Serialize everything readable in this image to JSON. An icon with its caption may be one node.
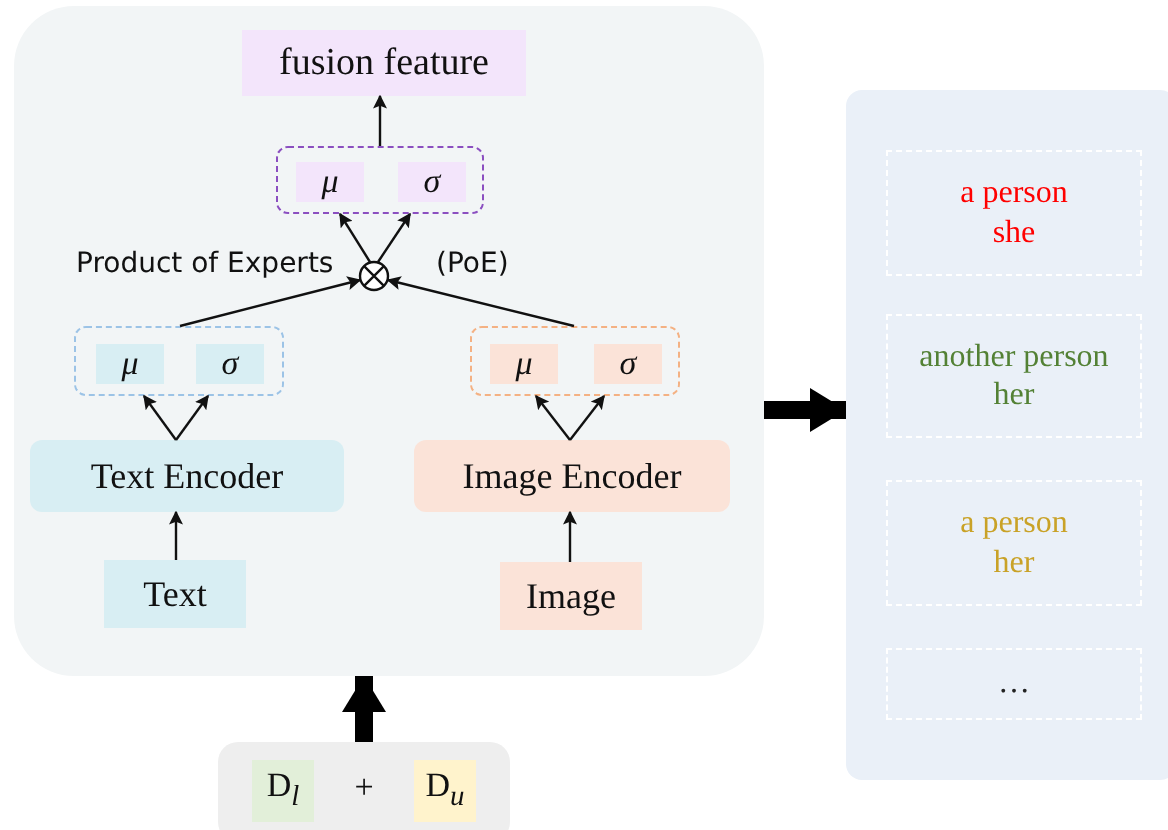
{
  "diagram": {
    "nodes": [
      {
        "text": [],
        "shape": "box"
      },
      {
        "text": [
          "fusion feature"
        ],
        "in": 0
      },
      {
        "text": [],
        "shape": "box",
        "in": 0
      },
      {
        "text": [
          "μ"
        ],
        "in": 2
      },
      {
        "text": [
          "σ"
        ],
        "in": 2
      },
      {
        "text": [],
        "shape": "circle",
        "in": 0,
        "beside": [
          "Product of Experts",
          "(PoE)"
        ]
      },
      {
        "text": [],
        "shape": "box",
        "in": 0
      },
      {
        "text": [
          "μ"
        ],
        "in": 6
      },
      {
        "text": [
          "σ"
        ],
        "in": 6
      },
      {
        "text": [],
        "shape": "box",
        "in": 0
      },
      {
        "text": [
          "μ"
        ],
        "in": 9
      },
      {
        "text": [
          "σ"
        ],
        "in": 9
      },
      {
        "text": [
          "Text Encoder"
        ],
        "in": 0
      },
      {
        "text": [
          "Image Encoder"
        ],
        "in": 0
      },
      {
        "text": [
          "Text"
        ],
        "in": 0
      },
      {
        "text": [
          "Image"
        ],
        "in": 0
      },
      {
        "text": [
          "+"
        ]
      },
      {
        "text": [
          "D$_{l}$"
        ],
        "in": 16
      },
      {
        "text": [
          "D$_{u}$"
        ],
        "in": 16
      },
      {
        "text": [],
        "shape": "box"
      },
      {
        "text": [
          "a person",
          "she"
        ],
        "in": 19
      },
      {
        "text": [
          "another person",
          "her"
        ],
        "in": 19
      },
      {
        "text": [
          "a person",
          "her"
        ],
        "in": 19
      },
      {
        "text": [
          "…"
        ],
        "in": 19
      }
    ],
    "edges": [
      {
        "from": 2,
        "to": 1,
        "arrow": "to"
      },
      {
        "from": 5,
        "to": 2,
        "arrow": "to"
      },
      {
        "from": 5,
        "to": 2,
        "arrow": "to"
      },
      {
        "from": 6,
        "to": 5,
        "arrow": "to"
      },
      {
        "from": 9,
        "to": 5,
        "arrow": "to"
      },
      {
        "from": 12,
        "to": 6,
        "arrow": "to"
      },
      {
        "from": 12,
        "to": 6,
        "arrow": "to"
      },
      {
        "from": 13,
        "to": 9,
        "arrow": "to"
      },
      {
        "from": 13,
        "to": 9,
        "arrow": "to"
      },
      {
        "from": 14,
        "to": 12,
        "arrow": "to"
      },
      {
        "from": 15,
        "to": 13,
        "arrow": "to"
      },
      {
        "from": 16,
        "to": 0,
        "arrow": "to",
        "style": "thick"
      },
      {
        "from": 0,
        "to": 19,
        "arrow": "to",
        "style": "thick"
      }
    ]
  }
}
